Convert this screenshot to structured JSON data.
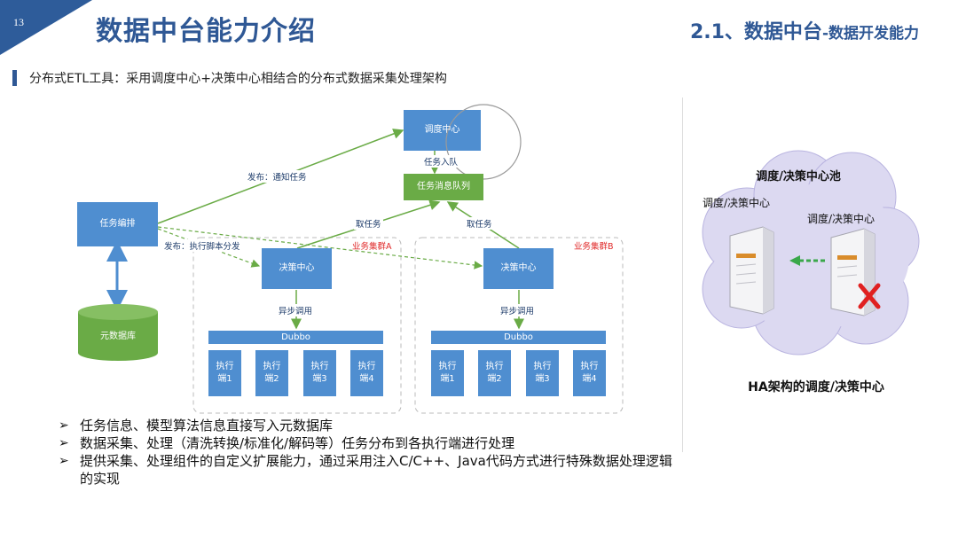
{
  "page": {
    "number": "13",
    "title": "数据中台能力介绍",
    "section_main": "2.1、数据中台",
    "section_sub": "-数据开发能力",
    "subheading": "分布式ETL工具：采用调度中心+决策中心相结合的分布式数据采集处理架构"
  },
  "diagram": {
    "scheduler": "调度中心",
    "task_orchestration": "任务编排",
    "task_queue": "任务消息队列",
    "metadata_db": "元数据库",
    "edge_publish_notify": "发布：通知任务",
    "edge_publish_script": "发布：执行脚本分发",
    "edge_enqueue": "任务入队",
    "edge_fetch_a": "取任务",
    "edge_fetch_b": "取任务",
    "cluster_a": {
      "label": "业务集群A",
      "decision": "决策中心",
      "async": "异步调用",
      "dubbo": "Dubbo",
      "executors": [
        "执行\n端1",
        "执行\n端2",
        "执行\n端3",
        "执行\n端4"
      ]
    },
    "cluster_b": {
      "label": "业务集群B",
      "decision": "决策中心",
      "async": "异步调用",
      "dubbo": "Dubbo",
      "executors": [
        "执行\n端1",
        "执行\n端2",
        "执行\n端3",
        "执行\n端4"
      ]
    }
  },
  "bullets": [
    "任务信息、模型算法信息直接写入元数据库",
    "数据采集、处理（清洗转换/标准化/解码等）任务分布到各执行端进行处理",
    "提供采集、处理组件的自定义扩展能力，通过采用注入C/C++、Java代码方式进行特殊数据处理逻辑的实现"
  ],
  "bullet_marker": "➢",
  "ha": {
    "pool_label": "调度/决策中心池",
    "server_left_label": "调度/决策中心",
    "server_right_label": "调度/决策中心",
    "caption": "HA架构的调度/决策中心"
  },
  "colors": {
    "box_blue": "#4f8ed0",
    "box_green": "#6aab46",
    "title_blue": "#2f5895",
    "cloud": "#dcd9f1",
    "cluster_red": "#e02a2a"
  }
}
